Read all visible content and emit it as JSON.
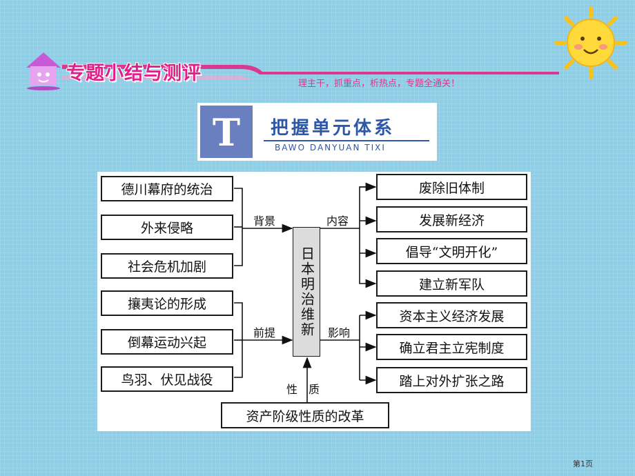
{
  "header": {
    "title": "专题小结与测评",
    "slogan": "理主干，抓重点，析热点，专题全通关！"
  },
  "unit_banner": {
    "logo_letter": "T",
    "title": "把握单元体系",
    "subtitle": "BAWO DANYUAN TIXI"
  },
  "diagram": {
    "center": "日本明治维新",
    "left_groups": [
      {
        "label": "背景",
        "items": [
          "德川幕府的统治",
          "外来侵略",
          "社会危机加剧"
        ]
      },
      {
        "label": "前提",
        "items": [
          "攘夷论的形成",
          "倒幕运动兴起",
          "鸟羽、伏见战役"
        ]
      }
    ],
    "right_groups": [
      {
        "label": "内容",
        "items": [
          "废除旧体制",
          "发展新经济",
          "倡导“文明开化”",
          "建立新军队"
        ]
      },
      {
        "label": "影响",
        "items": [
          "资本主义经济发展",
          "确立君主立宪制度",
          "踏上对外扩张之路"
        ]
      }
    ],
    "bottom": {
      "label": "性　质",
      "item": "资产阶级性质的改革"
    }
  },
  "footer": {
    "page": "第1页"
  },
  "colors": {
    "background": "#8ecfe8",
    "header_pink": "#e0208a",
    "banner_blue": "#2d57a8"
  }
}
